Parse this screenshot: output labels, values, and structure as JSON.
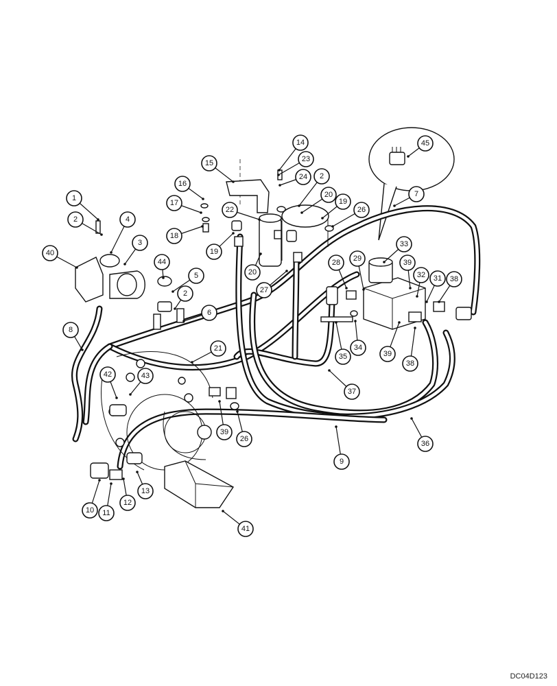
{
  "drawing_code": "DC04D123",
  "callouts": [
    {
      "label": "1"
    },
    {
      "label": "2"
    },
    {
      "label": "4"
    },
    {
      "label": "3"
    },
    {
      "label": "40"
    },
    {
      "label": "44"
    },
    {
      "label": "5"
    },
    {
      "label": "2"
    },
    {
      "label": "6"
    },
    {
      "label": "8"
    },
    {
      "label": "15"
    },
    {
      "label": "14"
    },
    {
      "label": "23"
    },
    {
      "label": "24"
    },
    {
      "label": "16"
    },
    {
      "label": "17"
    },
    {
      "label": "18"
    },
    {
      "label": "22"
    },
    {
      "label": "2"
    },
    {
      "label": "20"
    },
    {
      "label": "19"
    },
    {
      "label": "19"
    },
    {
      "label": "20"
    },
    {
      "label": "26"
    },
    {
      "label": "27"
    },
    {
      "label": "45"
    },
    {
      "label": "7"
    },
    {
      "label": "33"
    },
    {
      "label": "28"
    },
    {
      "label": "29"
    },
    {
      "label": "39"
    },
    {
      "label": "32"
    },
    {
      "label": "31"
    },
    {
      "label": "38"
    },
    {
      "label": "34"
    },
    {
      "label": "35"
    },
    {
      "label": "39"
    },
    {
      "label": "38"
    },
    {
      "label": "21"
    },
    {
      "label": "37"
    },
    {
      "label": "42"
    },
    {
      "label": "43"
    },
    {
      "label": "39"
    },
    {
      "label": "26"
    },
    {
      "label": "36"
    },
    {
      "label": "9"
    },
    {
      "label": "10"
    },
    {
      "label": "11"
    },
    {
      "label": "12"
    },
    {
      "label": "13"
    },
    {
      "label": "41"
    }
  ]
}
